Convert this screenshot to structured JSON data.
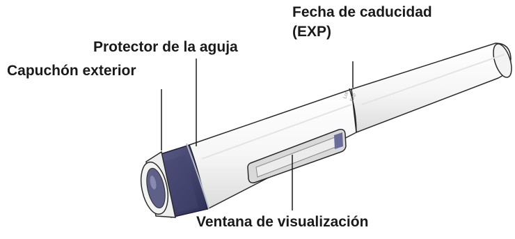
{
  "labels": {
    "expiry_line1": "Fecha de caducidad",
    "expiry_line2": "(EXP)",
    "needle_guard": "Protector de la aguja",
    "outer_cap": "Capuchón exterior",
    "viewing_window": "Ventana de visualización"
  },
  "pen_print": {
    "lot": "Lot",
    "exp": "Exp"
  },
  "colors": {
    "body": "#f7f7f7",
    "outline": "#2a2a2a",
    "needle_guard": "#3d3f66",
    "window": "#d9d9d9",
    "window_accent": "#6a6c9a",
    "text": "#1a1a1a"
  }
}
